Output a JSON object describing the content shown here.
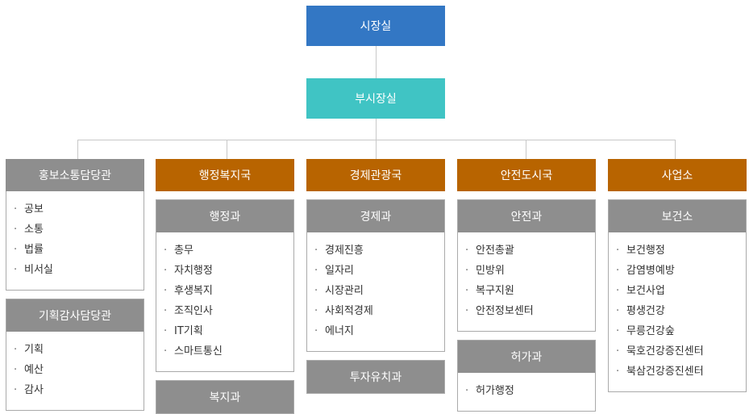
{
  "colors": {
    "mayor": "#3377c4",
    "deputy": "#40c4c4",
    "bureau": "#b86400",
    "gray_head": "#8e8e8e",
    "line": "#c8c8c8"
  },
  "top": {
    "mayor": "시장실",
    "deputy": "부시장실"
  },
  "columns": [
    {
      "head": "홍보소통담당관",
      "head_style": "gray",
      "blocks": [
        {
          "title": null,
          "items": [
            "공보",
            "소통",
            "법률",
            "비서실"
          ]
        },
        {
          "title": "기획감사담당관",
          "items": [
            "기획",
            "예산",
            "감사"
          ]
        }
      ]
    },
    {
      "head": "행정복지국",
      "head_style": "bureau",
      "blocks": [
        {
          "title": "행정과",
          "items": [
            "총무",
            "자치행정",
            "후생복지",
            "조직인사",
            "IT기획",
            "스마트통신"
          ]
        },
        {
          "title": "복지과",
          "items": []
        }
      ]
    },
    {
      "head": "경제관광국",
      "head_style": "bureau",
      "blocks": [
        {
          "title": "경제과",
          "items": [
            "경제진흥",
            "일자리",
            "시장관리",
            "사회적경제",
            "에너지"
          ]
        },
        {
          "title": "투자유치과",
          "items": []
        }
      ]
    },
    {
      "head": "안전도시국",
      "head_style": "bureau",
      "blocks": [
        {
          "title": "안전과",
          "items": [
            "안전총괄",
            "민방위",
            "복구지원",
            "안전정보센터"
          ]
        },
        {
          "title": "허가과",
          "items": [
            "허가행정"
          ]
        }
      ]
    },
    {
      "head": "사업소",
      "head_style": "bureau",
      "blocks": [
        {
          "title": "보건소",
          "items": [
            "보건행정",
            "감염병예방",
            "보건사업",
            "평생건강",
            "무릉건강숲",
            "묵호건강증진센터",
            "북삼건강증진센터"
          ]
        }
      ]
    }
  ]
}
